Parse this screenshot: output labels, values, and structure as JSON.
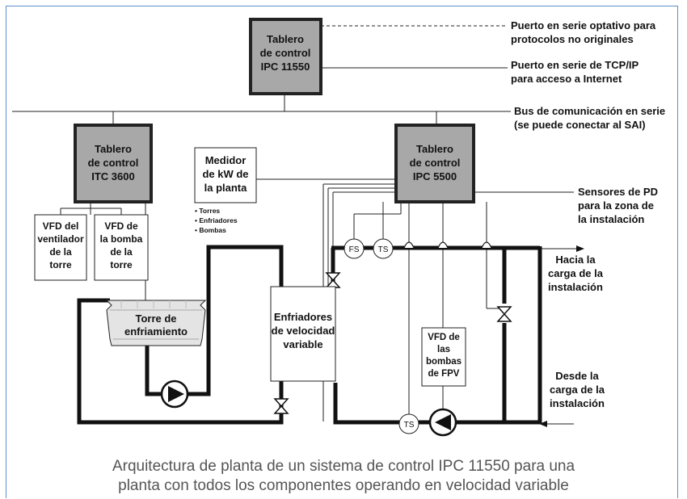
{
  "blocks": {
    "ipc11550": [
      "Tablero",
      "de control",
      "IPC 11550"
    ],
    "itc3600": [
      "Tablero",
      "de control",
      "ITC 3600"
    ],
    "ipc5500": [
      "Tablero",
      "de control",
      "IPC 5500"
    ],
    "meter": [
      "Medidor",
      "de kW de",
      "la planta"
    ],
    "meter_bullets": [
      "• Torres",
      "• Enfriadores",
      "• Bombas"
    ],
    "vfd_fan": [
      "VFD del",
      "ventilador",
      "de la",
      "torre"
    ],
    "vfd_pump": [
      "VFD de",
      "la bomba",
      "de la",
      "torre"
    ],
    "tower": [
      "Torre de",
      "enfriamiento"
    ],
    "chillers": [
      "Enfriadores",
      "de velocidad",
      "variable"
    ],
    "vfd_fpv": [
      "VFD de",
      "las",
      "bombas",
      "de FPV"
    ]
  },
  "sensors": {
    "fs": "FS",
    "ts1": "TS",
    "ts2": "TS"
  },
  "annotations": {
    "serial_port": [
      "Puerto en serie optativo para",
      "protocolos no originales"
    ],
    "tcpip": [
      "Puerto en serie de TCP/IP",
      "para acceso a Internet"
    ],
    "bus": [
      "Bus de comunicación en serie",
      "(se puede conectar al SAI)"
    ],
    "pd_sensors": [
      "Sensores de PD",
      "para la zona de",
      "la instalación"
    ],
    "to_load": [
      "Hacia la",
      "carga de la",
      "instalación"
    ],
    "from_load": [
      "Desde la",
      "carga de la",
      "instalación"
    ]
  },
  "caption": [
    "Arquitectura de planta de un sistema de control IPC 11550 para una",
    "planta con todos los componentes operando en velocidad variable"
  ]
}
